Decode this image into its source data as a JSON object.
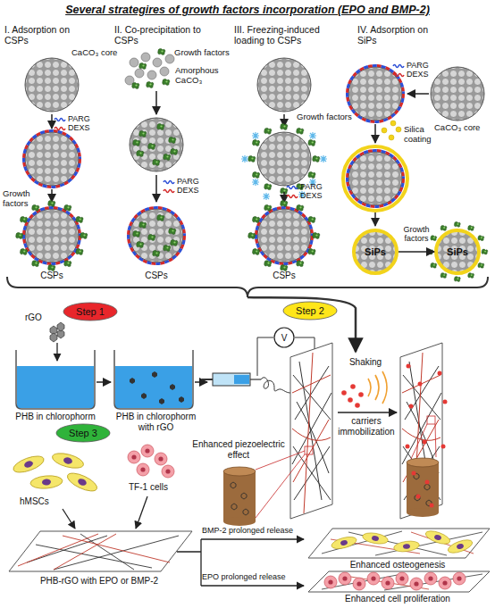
{
  "diagram": {
    "title": "Several strategires of growth factors incorporation (EPO and BMP-2)",
    "nodes": [
      {
        "text": [
          "SiPs"
        ]
      },
      {
        "text": [
          "SiPs"
        ]
      },
      {
        "text": [
          "Step 1"
        ]
      },
      {
        "text": [
          "Step 2"
        ]
      },
      {
        "text": [
          "V"
        ]
      },
      {
        "text": [
          "Step 3"
        ]
      }
    ],
    "edges": [
      {
        "from": 0,
        "to": 1,
        "arrow": "to",
        "label": "Growth factors"
      }
    ],
    "labels": [
      "I. Adsorption on CSPs",
      "II. Co-precipitation to CSPs",
      "III. Freezing-induced loading to CSPs",
      "IV. Adsorption on SiPs",
      "CaCO₃ core",
      "Growth factors",
      "CSPs",
      "Growth factors",
      "Amorphous CaCO₃",
      "CSPs",
      "Growth factors",
      "CSPs",
      "CaCO₃ core",
      "Silica coating",
      "rGO",
      "PHB in chlorophorm",
      "PHB in chlorophorm with rGO",
      "Shaking",
      "carriers immobilization",
      "Enhanced piezoelectric effect",
      "hMSCs",
      "TF-1 cells",
      "PHB-rGO with EPO or BMP-2",
      "BMP-2 prolonged release",
      "EPO prolonged release",
      "Enhanced osteogenesis",
      "Enhanced cell proliferation"
    ],
    "legend": [
      {
        "text": "PARG"
      },
      {
        "text": "DEXS"
      },
      {
        "text": "PARG"
      },
      {
        "text": "DEXS"
      },
      {
        "text": "PARG"
      },
      {
        "text": "DEXS"
      },
      {
        "text": "PARG"
      },
      {
        "text": "DEXS"
      }
    ]
  }
}
